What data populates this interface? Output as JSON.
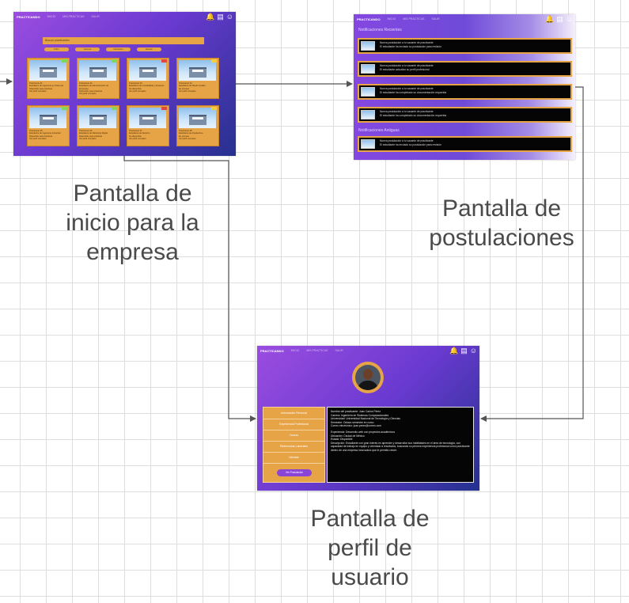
{
  "colors": {
    "accent_orange": "#e7a447",
    "gradient_purple": "#8a44d6",
    "gradient_navy": "#26318f",
    "connector": "#555555",
    "caption_text": "#4a4a4a"
  },
  "diagram": {
    "captions": {
      "inicio": [
        "Pantalla de",
        "inicio para la",
        "empresa"
      ],
      "postulaciones": [
        "Pantalla de",
        "postulaciones"
      ],
      "perfil": [
        "Pantalla de",
        "perfil de",
        "usuario"
      ]
    },
    "connectors": [
      {
        "from": "left-edge",
        "to": "pantalla-inicio"
      },
      {
        "from": "pantalla-inicio",
        "to": "pantalla-postulaciones"
      },
      {
        "from": "pantalla-inicio",
        "to": "pantalla-perfil"
      },
      {
        "from": "pantalla-postulaciones",
        "to": "pantalla-perfil"
      }
    ]
  },
  "screen_home": {
    "nav": {
      "brand": "PRACTICANDO",
      "links": [
        "INICIO",
        "MIS PRACTICAS",
        "SALIR"
      ]
    },
    "icons": [
      "bell-icon",
      "chat-icon",
      "user-icon"
    ],
    "search_label": "Buscar practicantes",
    "filters": [
      "Filtro",
      "Carrera",
      "Ubicación",
      "Estado"
    ],
    "cards": [
      {
        "badge": "#7fd85b",
        "line1": "Practicante 01",
        "line2": "Estudiante de Ingeniería en Sistemas",
        "line3": "Disponible para prácticas",
        "line4": "Ver perfil completo"
      },
      {
        "badge": "#7fd85b",
        "line1": "Practicante 02",
        "line2": "Estudiante de Administración de Empresas",
        "line3": "Disponible para prácticas",
        "line4": "Ver perfil completo"
      },
      {
        "badge": "#e04a3a",
        "line1": "Practicante 03",
        "line2": "Estudiante de Contabilidad y Finanzas",
        "line3": "No disponible",
        "line4": "Ver perfil completo"
      },
      {
        "badge": "#f0cf3a",
        "line1": "Practicante 04",
        "line2": "Estudiante de Diseño Gráfico",
        "line3": "En proceso",
        "line4": "Ver perfil completo"
      },
      {
        "badge": "#7fd85b",
        "line1": "Practicante 05",
        "line2": "Estudiante de Ingeniería Industrial",
        "line3": "Disponible para prácticas",
        "line4": "Ver perfil completo"
      },
      {
        "badge": "#7fd85b",
        "line1": "Practicante 06",
        "line2": "Estudiante de Marketing Digital",
        "line3": "Disponible para prácticas",
        "line4": "Ver perfil completo"
      },
      {
        "badge": "#e04a3a",
        "line1": "Practicante 07",
        "line2": "Estudiante de Derecho",
        "line3": "No disponible",
        "line4": "Ver perfil completo"
      },
      {
        "badge": "#f0cf3a",
        "line1": "Practicante 08",
        "line2": "Estudiante de Arquitectura",
        "line3": "En proceso",
        "line4": "Ver perfil completo"
      }
    ]
  },
  "screen_postulaciones": {
    "nav": {
      "brand": "PRACTICANDO",
      "links": [
        "INICIO",
        "MIS PRACTICAS",
        "SALIR"
      ]
    },
    "icons": [
      "bell-icon",
      "chat-icon",
      "user-icon"
    ],
    "section_recent": "Notificaciones Recientes",
    "section_old": "Notificaciones Antiguas",
    "notifications_recent": [
      {
        "title": "Nueva postulación a tu vacante de practicante",
        "body": "El estudiante ha enviado su postulación para revisión"
      },
      {
        "title": "Nueva postulación a tu vacante de practicante",
        "body": "El estudiante actualizó su perfil profesional"
      },
      {
        "title": "Nueva postulación a tu vacante de practicante",
        "body": "El estudiante ha completado su documentación requerida"
      },
      {
        "title": "Nueva postulación a tu vacante de practicante",
        "body": "El estudiante ha completado su documentación requerida"
      }
    ],
    "notifications_old": [
      {
        "title": "Nueva postulación a tu vacante de practicante",
        "body": "El estudiante ha enviado su postulación para revisión"
      }
    ]
  },
  "screen_perfil": {
    "nav": {
      "brand": "PRACTICANDO",
      "links": [
        "INICIO",
        "MIS PRACTICAS",
        "SALIR"
      ]
    },
    "icons": [
      "bell-icon",
      "chat-icon",
      "user-icon"
    ],
    "menu": [
      "Información Personal",
      "Experiencia Profesional",
      "Cursos",
      "Referencias Laborales",
      "Idiomas"
    ],
    "menu_button": "Ver Postulación",
    "detail_lines": [
      "Nombre del practicante: Juan Carlos Pérez",
      "Carrera: Ingeniería en Sistemas Computacionales",
      "Universidad: Universidad Nacional de Tecnología y Ciencias",
      "Semestre: Octavo semestre en curso",
      "Correo electrónico: juan.perez@correo.com",
      "",
      "Experiencia: Desarrollo web con proyectos académicos",
      "Ubicación: Ciudad de México",
      "Estado: Disponible",
      "Descripción: Estudiante con gran interés en aprender y desarrollar sus habilidades en el área de tecnología, con capacidad de trabajo en equipo y orientado a resultados, buscando su primera experiencia profesional como practicante dentro de una empresa innovadora que le permita crecer."
    ]
  }
}
